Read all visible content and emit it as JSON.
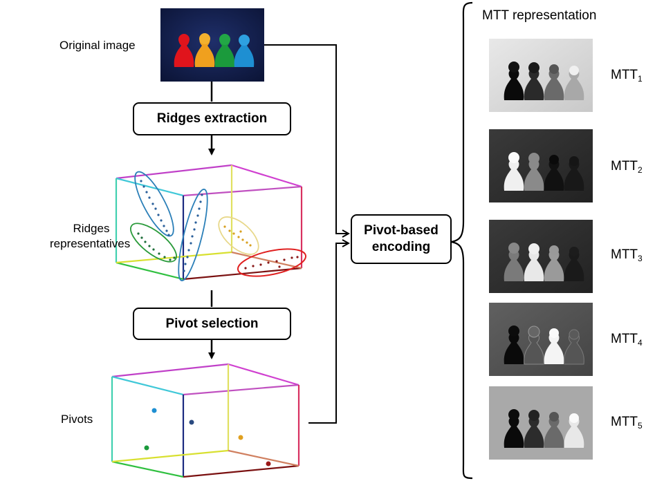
{
  "labels": {
    "original_image": "Original image",
    "ridges_representatives_1": "Ridges",
    "ridges_representatives_2": "representatives",
    "pivots": "Pivots",
    "mtt_representation": "MTT representation"
  },
  "boxes": {
    "ridges_extraction": "Ridges extraction",
    "pivot_selection": "Pivot selection",
    "pivot_encoding_1": "Pivot-based",
    "pivot_encoding_2": "encoding"
  },
  "mtt": [
    {
      "base": "MTT",
      "sub": "1"
    },
    {
      "base": "MTT",
      "sub": "2"
    },
    {
      "base": "MTT",
      "sub": "3"
    },
    {
      "base": "MTT",
      "sub": "4"
    },
    {
      "base": "MTT",
      "sub": "5"
    }
  ],
  "colors": {
    "pawn_red": "#e0141c",
    "pawn_yellow": "#f0a01e",
    "pawn_green": "#1b9a3c",
    "pawn_blue": "#1e8fd2",
    "ellipse_blue": "#2b7fb8",
    "ellipse_green": "#2a9a3a",
    "ellipse_yellow": "#e8d88a",
    "ellipse_red": "#e02020"
  }
}
